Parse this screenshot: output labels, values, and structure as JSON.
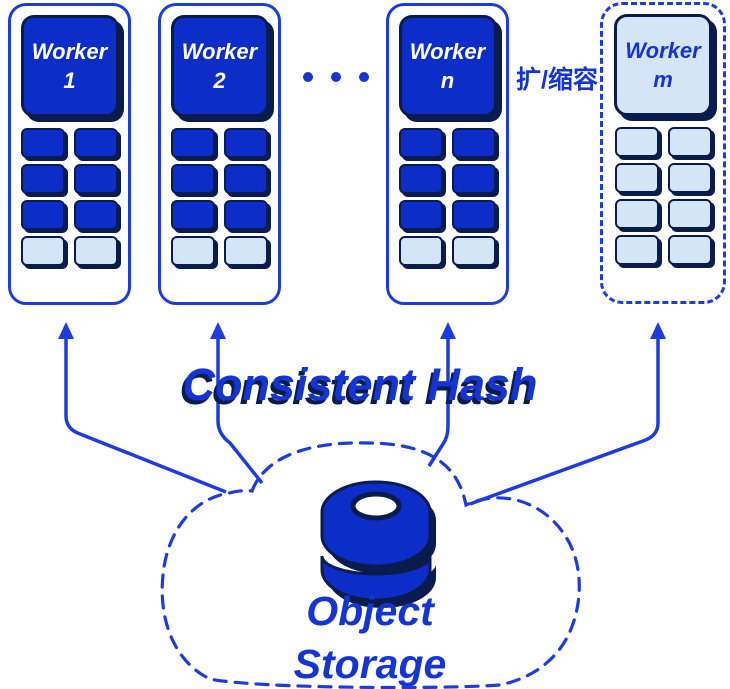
{
  "diagram_title": "Consistent hash object storage architecture",
  "workers": [
    {
      "id": "worker-1",
      "line1": "Worker",
      "line2": "1",
      "variant": "solid"
    },
    {
      "id": "worker-2",
      "line1": "Worker",
      "line2": "2",
      "variant": "solid"
    },
    {
      "id": "worker-n",
      "line1": "Worker",
      "line2": "n",
      "variant": "solid"
    },
    {
      "id": "worker-m",
      "line1": "Worker",
      "line2": "m",
      "variant": "dashed"
    }
  ],
  "hash_label": "Consistent Hash",
  "scale_label": "扩/缩容",
  "storage": {
    "line1": "Object",
    "line2": "Storage"
  },
  "icons": {
    "database": "database-icon",
    "cloud": "cloud-outline-icon",
    "arrows": "upward-arrow-connectors",
    "ellipsis": "ellipsis-dots"
  },
  "colors": {
    "primary_blue": "#0c2dc7",
    "navy_shadow": "#0a1c4e",
    "light_blue": "#d3e5f6",
    "line_blue": "#1c3ce0",
    "text_blue": "#1434d6",
    "background": "#ffffff"
  }
}
